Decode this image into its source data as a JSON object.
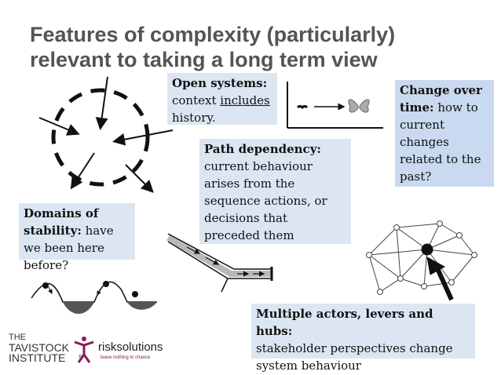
{
  "title": {
    "line1": "Features of complexity (particularly)",
    "line2": "relevant to taking a long term view"
  },
  "boxes": {
    "open_systems": {
      "heading": "Open systems:",
      "text_pre": "context ",
      "text_underlined": "includes",
      "text_post": "history."
    },
    "change_over_time": {
      "heading": "Change over time:",
      "text": "how to current changes related to the past?"
    },
    "path_dependency": {
      "heading": "Path dependency:",
      "text": "current behaviour arises from the sequence actions, or decisions that preceded them"
    },
    "domains": {
      "heading": "Domains of stability:",
      "text": "have we been here before?"
    },
    "multiple_actors": {
      "heading": "Multiple actors, levers and hubs:",
      "text": "stakeholder perspectives change system behaviour"
    }
  },
  "logos": {
    "tavistock": {
      "line1": "THE",
      "line2": "TAVISTOCK",
      "line3": "INSTITUTE",
      "mark": "®"
    },
    "risk": {
      "name": "risksolutions",
      "tagline": "leave nothing to chance"
    }
  },
  "colors": {
    "title": "#545454",
    "box_bg": "#dce6f2",
    "box_bg_alt": "#c9d9ef",
    "risk_magenta": "#8a1a5a"
  }
}
